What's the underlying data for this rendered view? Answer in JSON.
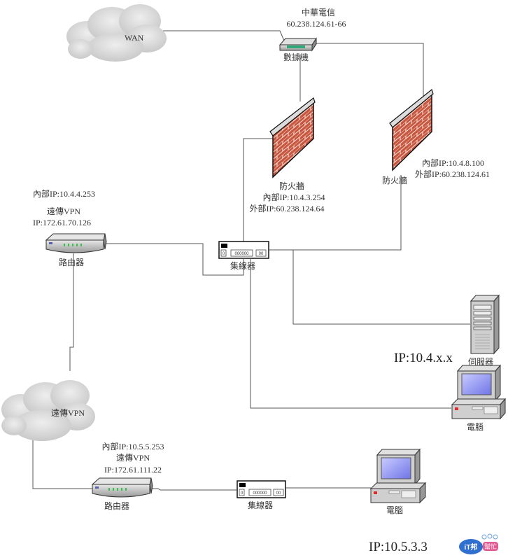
{
  "title": "Network topology diagram",
  "colors": {
    "brick": "#c8553d",
    "mortar": "#f3e3dd",
    "cap": "#d9d9d9",
    "cloud": "#d7d7d7",
    "led": "#36c24a",
    "screen": "#8a8ff0",
    "it_blue": "#2f6fcf",
    "it_pink": "#e35b93"
  },
  "wan": {
    "label": "WAN"
  },
  "modem": {
    "isp": "中華電信",
    "ip_range": "60.238.124.61-66",
    "label": "數據機"
  },
  "firewall1": {
    "label": "防火牆",
    "internal_ip": "內部IP:10.4.3.254",
    "external_ip": "外部IP:60.238.124.64"
  },
  "firewall2": {
    "label": "防火牆",
    "internal_ip": "內部IP:10.4.8.100",
    "external_ip": "外部IP:60.238.124.61"
  },
  "router1": {
    "internal_ip": "內部IP:10.4.4.253",
    "vpn_label": "遠傳VPN",
    "vpn_ip": "IP:172.61.70.126",
    "label": "路由器"
  },
  "hub1": {
    "label": "集線器",
    "port_a": "0",
    "port_b": "000000",
    "port_c": "00"
  },
  "server": {
    "label": "伺服器"
  },
  "subnet1_ip": "IP:10.4.x.x",
  "pc1": {
    "label": "電腦"
  },
  "vpn_cloud": {
    "label": "遠傳VPN"
  },
  "router2": {
    "internal_ip": "內部IP:10.5.5.253",
    "vpn_label": "遠傳VPN",
    "vpn_ip": "IP:172.61.111.22",
    "label": "路由器"
  },
  "hub2": {
    "label": "集線器",
    "port_a": "0",
    "port_b": "000000",
    "port_c": "00"
  },
  "pc2": {
    "label": "電腦"
  },
  "subnet2_ip": "IP:10.5.3.3",
  "watermark": {
    "left": "iT邦",
    "right": "幫忙"
  }
}
